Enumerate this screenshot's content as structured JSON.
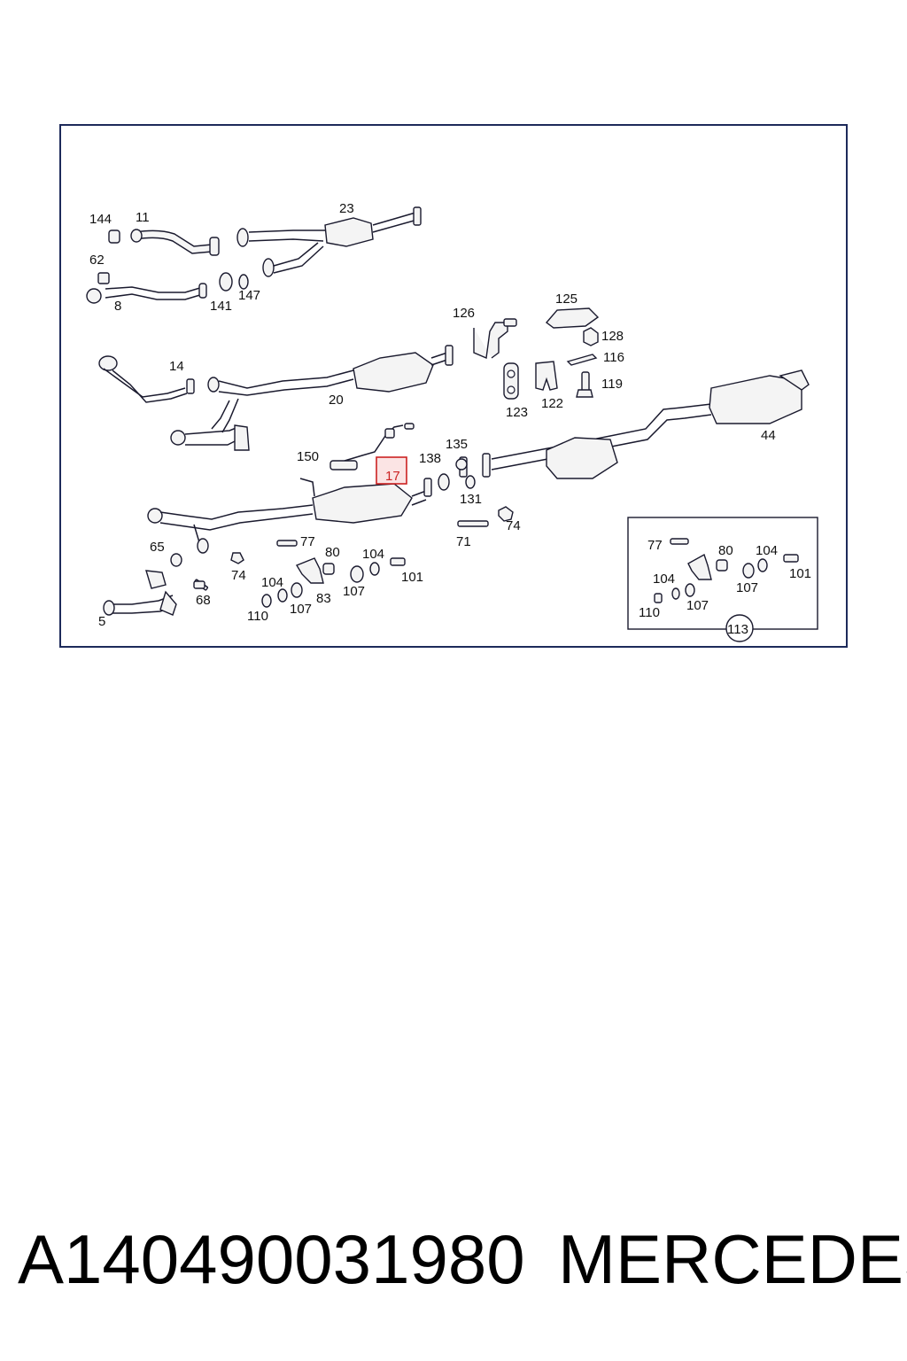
{
  "diagram": {
    "callouts": {
      "c144": "144",
      "c11": "11",
      "c23": "23",
      "c62": "62",
      "c8": "8",
      "c141": "141",
      "c147": "147",
      "c126": "126",
      "c125": "125",
      "c128": "128",
      "c116": "116",
      "c119": "119",
      "c123": "123",
      "c122": "122",
      "c14": "14",
      "c20": "20",
      "c44": "44",
      "c150": "150",
      "c17": "17",
      "c138": "138",
      "c135": "135",
      "c131": "131",
      "c71": "71",
      "c74a": "74",
      "c65": "65",
      "c77a": "77",
      "c80a": "80",
      "c104a": "104",
      "c101a": "101",
      "c74b": "74",
      "c104b": "104",
      "c107a": "107",
      "c68": "68",
      "c83": "83",
      "c110a": "110",
      "c107b": "107",
      "c5": "5",
      "c77b": "77",
      "c80b": "80",
      "c104c": "104",
      "c101b": "101",
      "c104d": "104",
      "c107c": "107",
      "c110b": "110",
      "c107d": "107",
      "c113": "113"
    },
    "highlight": {
      "part": "17",
      "color": "#cc2222"
    },
    "line_color": "#1a1a2e",
    "frame_color": "#1d2a5a"
  },
  "footer": {
    "part_number": "A140490031980",
    "brand": "MERCEDES"
  }
}
